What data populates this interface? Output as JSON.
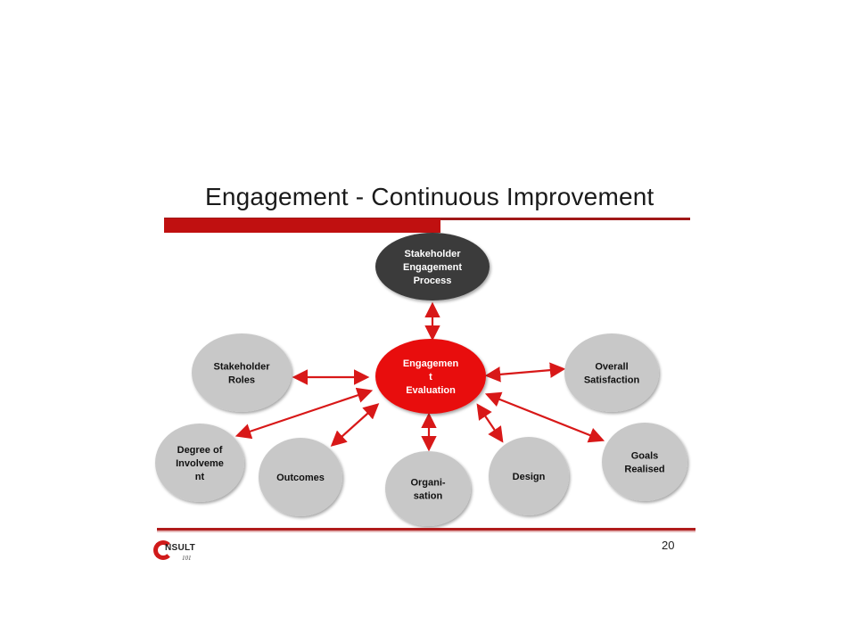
{
  "title": "Engagement - Continuous Improvement",
  "page_number": "20",
  "logo": {
    "word": "NSULT",
    "sub": "101"
  },
  "colors": {
    "accent_red": "#e01010",
    "dark_node": "#3a3a3a",
    "grey_node": "#c8c8c8",
    "arrow": "#d81818"
  },
  "nodes": {
    "process": {
      "lines": [
        "Stakeholder",
        "Engagement",
        "Process"
      ]
    },
    "evaluation": {
      "lines": [
        "Engagemen",
        "t",
        "Evaluation"
      ]
    },
    "roles": {
      "lines": [
        "Stakeholder",
        "Roles"
      ]
    },
    "satisfaction": {
      "lines": [
        "Overall",
        "Satisfaction"
      ]
    },
    "involvement": {
      "lines": [
        "Degree of",
        "Involveme",
        "nt"
      ]
    },
    "outcomes": {
      "lines": [
        "Outcomes"
      ]
    },
    "organisation": {
      "lines": [
        "Organi-",
        "sation"
      ]
    },
    "design": {
      "lines": [
        "Design"
      ]
    },
    "goals": {
      "lines": [
        "Goals",
        "Realised"
      ]
    }
  }
}
